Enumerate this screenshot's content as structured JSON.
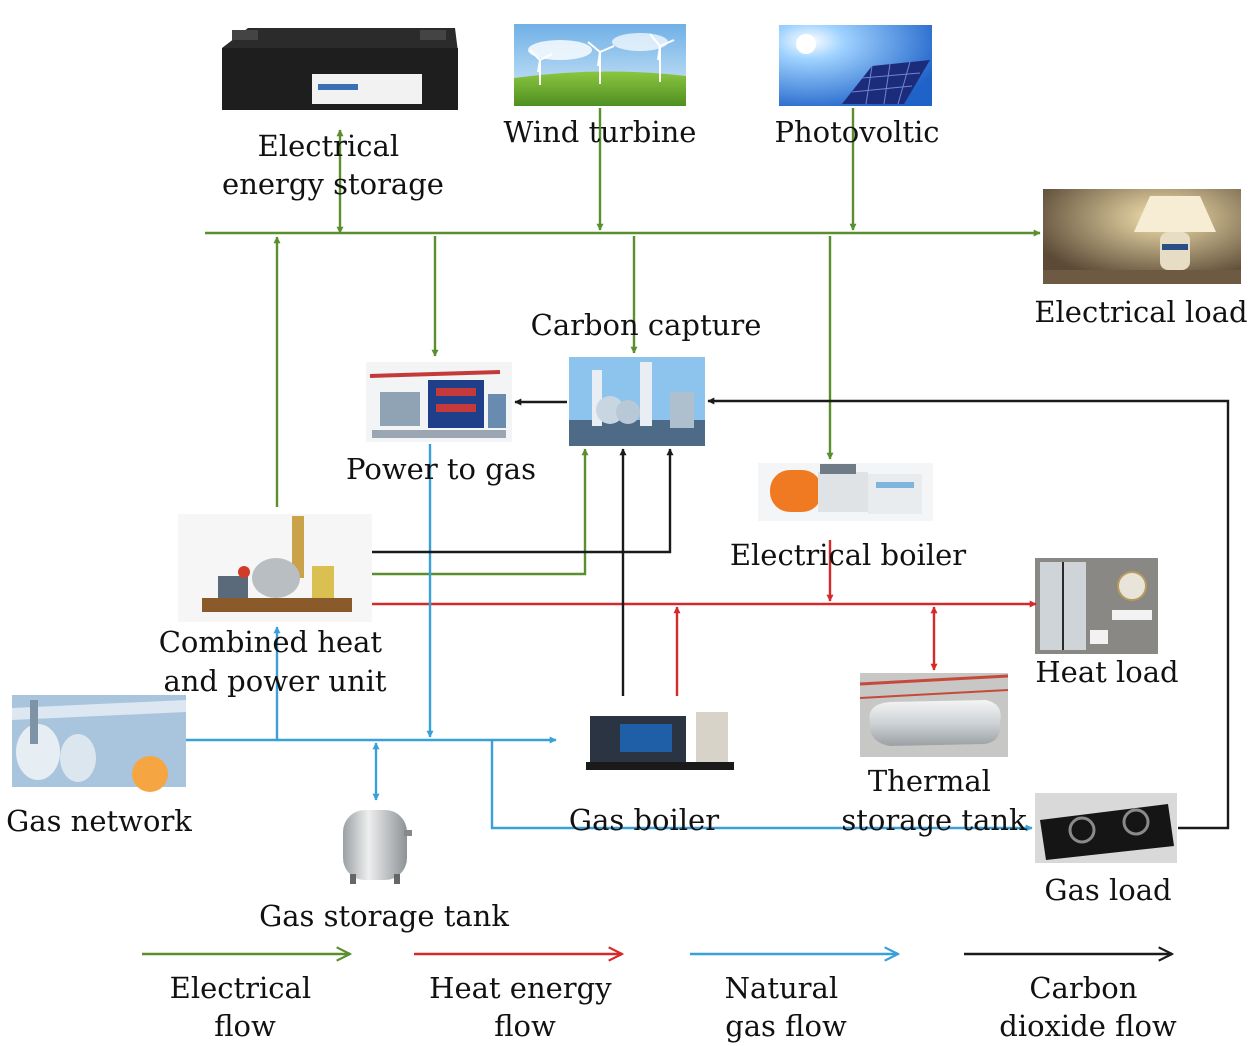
{
  "colors": {
    "electrical": "#5a8f2e",
    "heat": "#d42a2a",
    "gas": "#3aa0d8",
    "carbon": "#1a1a1a"
  },
  "nodes": {
    "ees": [
      "Electrical",
      "energy storage"
    ],
    "wind": "Wind turbine",
    "pv": "Photovoltic",
    "eload": "Electrical load",
    "capture": "Carbon capture",
    "p2g": "Power to gas",
    "eboiler": "Electrical boiler",
    "chp": [
      "Combined heat",
      "and power unit"
    ],
    "hload": "Heat load",
    "gasnet": "Gas network",
    "gboiler": "Gas boiler",
    "tst": [
      "Thermal",
      "storage tank"
    ],
    "gload": "Gas load",
    "gst": "Gas storage tank"
  },
  "legend": [
    {
      "key": "electrical",
      "lines": [
        "Electrical",
        "flow"
      ]
    },
    {
      "key": "heat",
      "lines": [
        "Heat energy",
        "flow"
      ]
    },
    {
      "key": "gas",
      "lines": [
        "Natural",
        "gas flow"
      ]
    },
    {
      "key": "carbon",
      "lines": [
        "Carbon",
        "dioxide flow"
      ]
    }
  ]
}
